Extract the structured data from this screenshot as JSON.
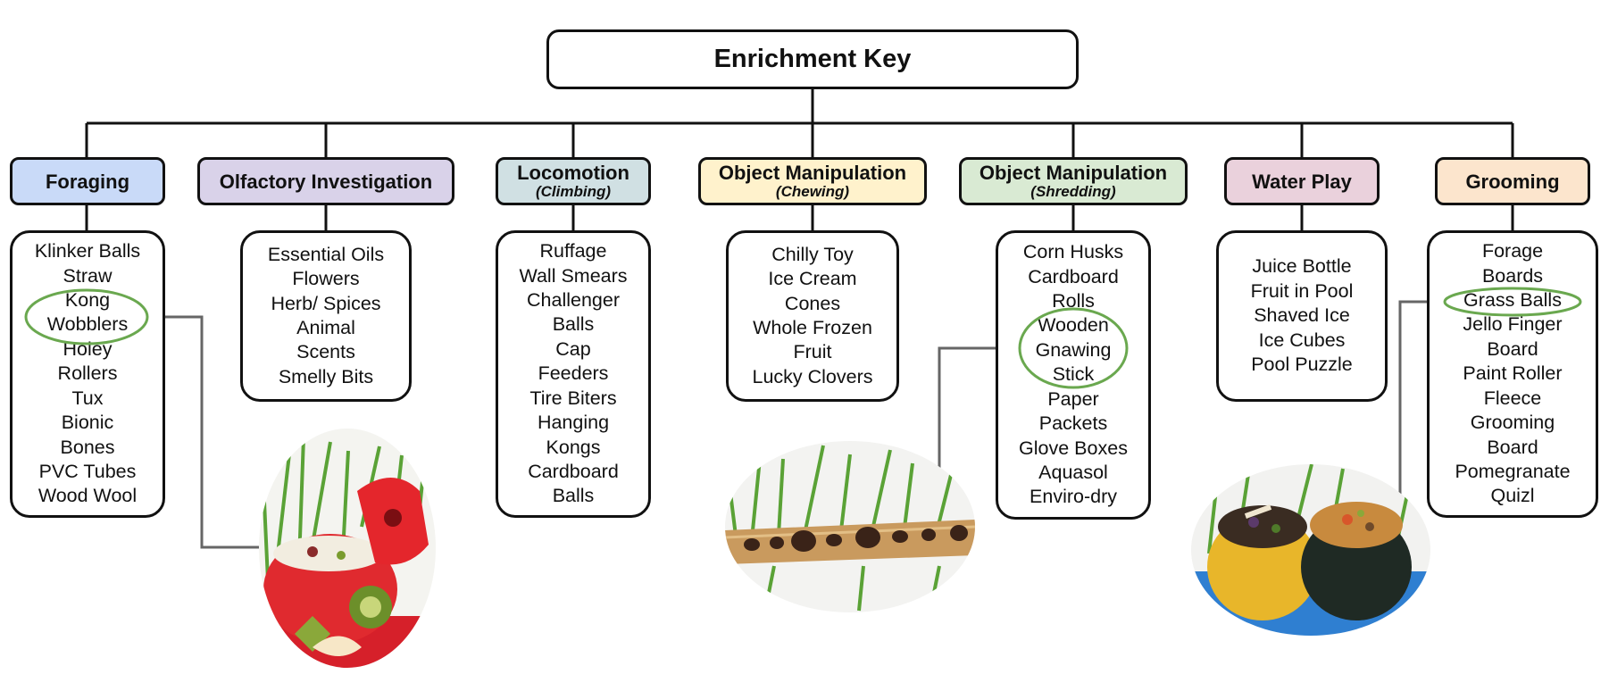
{
  "title": "Enrichment Key",
  "categories": [
    {
      "label": "Foraging",
      "sublabel": "",
      "color": "#c9daf8",
      "items": [
        "Klinker Balls",
        "Straw",
        "Kong",
        "Wobblers",
        "Holey",
        "Rollers",
        "Tux",
        "Bionic",
        "Bones",
        "PVC Tubes",
        "Wood Wool"
      ]
    },
    {
      "label": "Olfactory Investigation",
      "sublabel": "",
      "color": "#d9d2e9",
      "items": [
        "Essential Oils",
        "Flowers",
        "Herb/ Spices",
        "Animal",
        "Scents",
        "Smelly Bits"
      ]
    },
    {
      "label": "Locomotion",
      "sublabel": "(Climbing)",
      "color": "#d0e0e3",
      "items": [
        "Ruffage",
        "Wall Smears",
        "Challenger",
        "Balls",
        "Cap",
        "Feeders",
        "Tire Biters",
        "Hanging",
        "Kongs",
        "Cardboard",
        "Balls"
      ]
    },
    {
      "label": "Object Manipulation",
      "sublabel": "(Chewing)",
      "color": "#fff2cc",
      "items": [
        "Chilly Toy",
        "Ice Cream",
        "Cones",
        "Whole Frozen",
        "Fruit",
        "Lucky Clovers"
      ]
    },
    {
      "label": "Object Manipulation",
      "sublabel": "(Shredding)",
      "color": "#d9ead3",
      "items": [
        "Corn Husks",
        "Cardboard",
        "Rolls",
        "Wooden",
        "Gnawing",
        "Stick",
        "Paper",
        "Packets",
        "Glove Boxes",
        "Aquasol",
        "Enviro-dry"
      ]
    },
    {
      "label": "Water Play",
      "sublabel": "",
      "color": "#ead1dc",
      "items": [
        "Juice Bottle",
        "Fruit in Pool",
        "Shaved Ice",
        "Ice Cubes",
        "Pool Puzzle"
      ]
    },
    {
      "label": "Grooming",
      "sublabel": "",
      "color": "#fce5cd",
      "items": [
        "Forage",
        "Boards",
        "Grass Balls",
        "Jello Finger",
        "Board",
        "Paint Roller",
        "Fleece",
        "Grooming",
        "Board",
        "Pomegranate",
        "Quizl"
      ]
    }
  ],
  "colors": {
    "highlight_circle": "#6aa84f",
    "connector": "#666666"
  },
  "photos": [
    "kong-wobbler-photo",
    "wooden-gnawing-stick-photo",
    "grass-balls-photo"
  ]
}
